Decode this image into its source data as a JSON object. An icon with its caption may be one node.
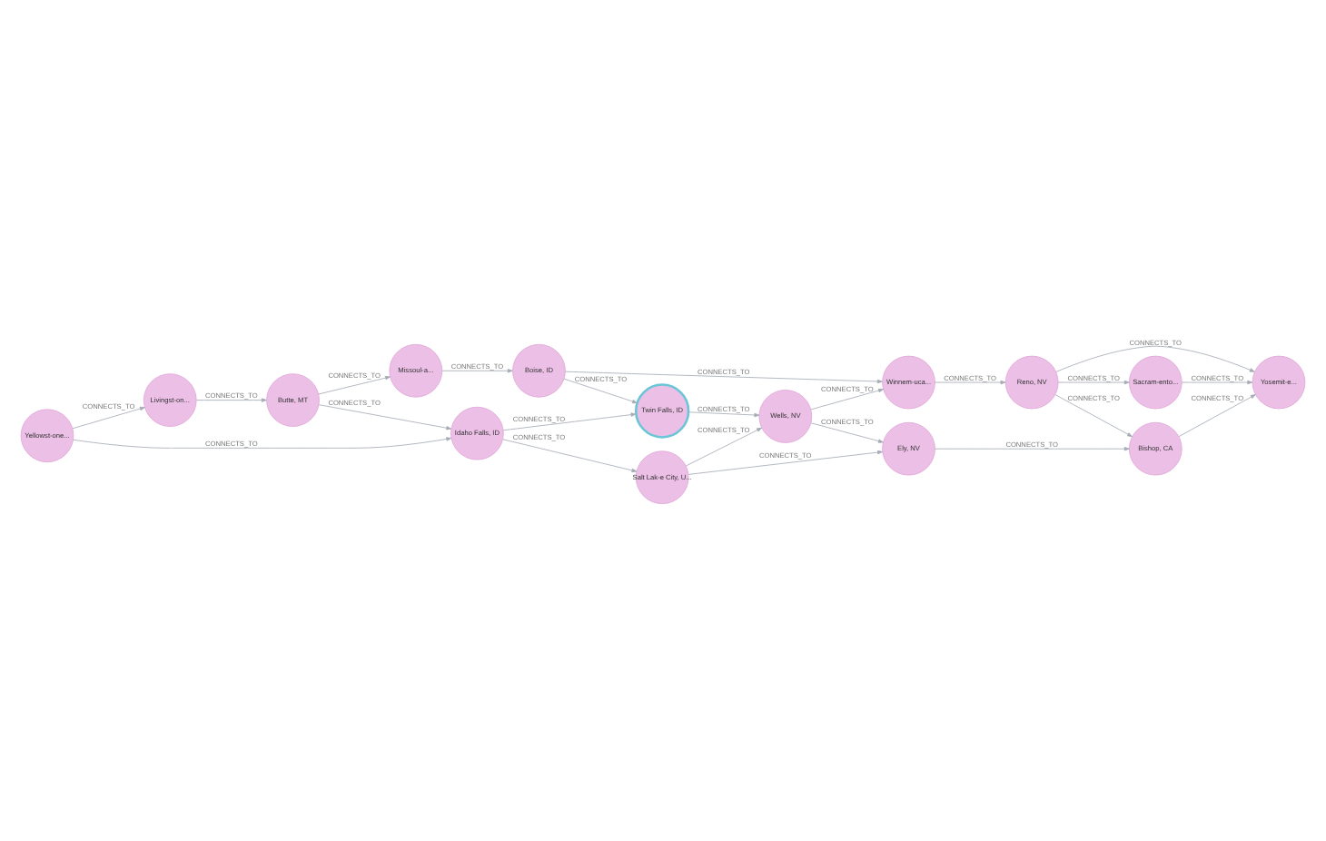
{
  "diagram": {
    "nodes": [
      {
        "text": [
          "Missoul-a..."
        ]
      },
      {
        "text": [
          "Butte, MT"
        ]
      },
      {
        "text": [
          "Livingst-on..."
        ]
      },
      {
        "text": [
          "Yellowst-one..."
        ]
      },
      {
        "text": [
          "Boise, ID"
        ]
      },
      {
        "text": [
          "Twin Falls, ID"
        ]
      },
      {
        "text": [
          "Idaho Falls, ID"
        ]
      },
      {
        "text": [
          "Winnem-uca..."
        ]
      },
      {
        "text": [
          "Wells, NV"
        ]
      },
      {
        "text": [
          "Reno, NV"
        ]
      },
      {
        "text": [
          "Salt Lak-e City, U..."
        ]
      },
      {
        "text": [
          "Sacram-ento..."
        ]
      },
      {
        "text": [
          "Ely, NV"
        ]
      },
      {
        "text": [
          "Yosemit-e..."
        ]
      },
      {
        "text": [
          "Bishop, CA"
        ]
      }
    ],
    "edges": [
      {
        "from": 1,
        "to": 0,
        "arrow": "to",
        "label": "CONNECTS_TO"
      },
      {
        "from": 2,
        "to": 1,
        "arrow": "to",
        "label": "CONNECTS_TO"
      },
      {
        "from": 3,
        "to": 2,
        "arrow": "to",
        "label": "CONNECTS_TO"
      },
      {
        "from": 3,
        "to": 6,
        "arrow": "to",
        "label": "CONNECTS_TO"
      },
      {
        "from": 1,
        "to": 6,
        "arrow": "to",
        "label": "CONNECTS_TO"
      },
      {
        "from": 0,
        "to": 4,
        "arrow": "to",
        "label": "CONNECTS_TO"
      },
      {
        "from": 4,
        "to": 5,
        "arrow": "to",
        "label": "CONNECTS_TO"
      },
      {
        "from": 6,
        "to": 5,
        "arrow": "to",
        "label": "CONNECTS_TO"
      },
      {
        "from": 5,
        "to": 8,
        "arrow": "to",
        "label": "CONNECTS_TO"
      },
      {
        "from": 4,
        "to": 7,
        "arrow": "to",
        "label": "CONNECTS_TO"
      },
      {
        "from": 6,
        "to": 10,
        "arrow": "to",
        "label": "CONNECTS_TO"
      },
      {
        "from": 8,
        "to": 7,
        "arrow": "to",
        "label": "CONNECTS_TO"
      },
      {
        "from": 10,
        "to": 8,
        "arrow": "to",
        "label": "CONNECTS_TO"
      },
      {
        "from": 8,
        "to": 12,
        "arrow": "to",
        "label": "CONNECTS_TO"
      },
      {
        "from": 10,
        "to": 12,
        "arrow": "to",
        "label": "CONNECTS_TO"
      },
      {
        "from": 7,
        "to": 9,
        "arrow": "to",
        "label": "CONNECTS_TO"
      },
      {
        "from": 9,
        "to": 11,
        "arrow": "to",
        "label": "CONNECTS_TO"
      },
      {
        "from": 9,
        "to": 13,
        "arrow": "to",
        "label": "CONNECTS_TO"
      },
      {
        "from": 9,
        "to": 14,
        "arrow": "to",
        "label": "CONNECTS_TO"
      },
      {
        "from": 11,
        "to": 13,
        "arrow": "to",
        "label": "CONNECTS_TO"
      },
      {
        "from": 14,
        "to": 13,
        "arrow": "to",
        "label": "CONNECTS_TO"
      },
      {
        "from": 12,
        "to": 14,
        "arrow": "to",
        "label": "CONNECTS_TO"
      }
    ]
  }
}
